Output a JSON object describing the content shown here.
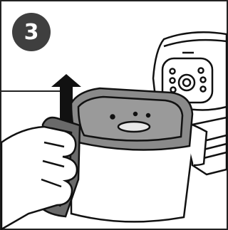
{
  "step": {
    "number": "3",
    "badge_color": "#3f3f3f",
    "badge_text_color": "#ffffff"
  },
  "illustration": {
    "line_color": "#111111",
    "basket_fill": "#8a8a8a",
    "handle_fill": "#6a6a6a",
    "arrow_fill": "#111111",
    "icons": [
      "step-badge",
      "up-arrow-icon",
      "hand",
      "basket",
      "air-fryer"
    ]
  }
}
